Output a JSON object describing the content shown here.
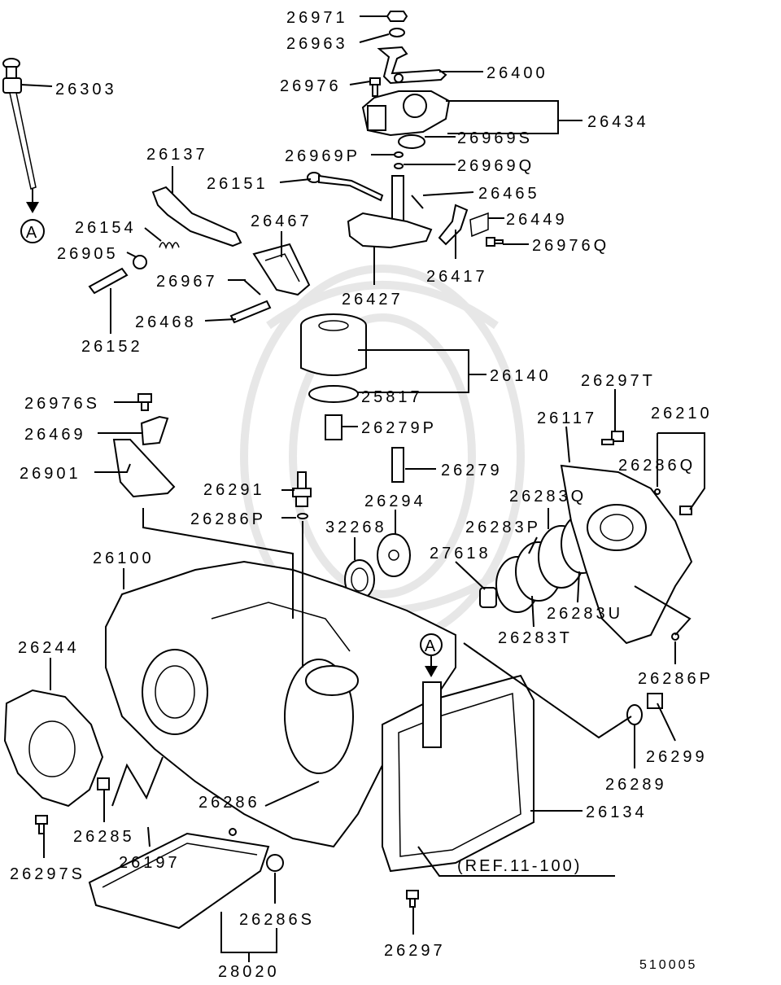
{
  "parts": [
    {
      "id": "p26971",
      "label": "26971"
    },
    {
      "id": "p26963",
      "label": "26963"
    },
    {
      "id": "p26400",
      "label": "26400"
    },
    {
      "id": "p26976",
      "label": "26976"
    },
    {
      "id": "p26303",
      "label": "26303"
    },
    {
      "id": "p26434",
      "label": "26434"
    },
    {
      "id": "p26969S",
      "label": "26969S"
    },
    {
      "id": "p26969P",
      "label": "26969P"
    },
    {
      "id": "p26969Q",
      "label": "26969Q"
    },
    {
      "id": "p26137",
      "label": "26137"
    },
    {
      "id": "p26151",
      "label": "26151"
    },
    {
      "id": "p26465",
      "label": "26465"
    },
    {
      "id": "p26154",
      "label": "26154"
    },
    {
      "id": "p26467",
      "label": "26467"
    },
    {
      "id": "p26449",
      "label": "26449"
    },
    {
      "id": "p26905",
      "label": "26905"
    },
    {
      "id": "p26976Q",
      "label": "26976Q"
    },
    {
      "id": "p26967",
      "label": "26967"
    },
    {
      "id": "p26417",
      "label": "26417"
    },
    {
      "id": "p26427",
      "label": "26427"
    },
    {
      "id": "p26468",
      "label": "26468"
    },
    {
      "id": "p26152",
      "label": "26152"
    },
    {
      "id": "p26140",
      "label": "26140"
    },
    {
      "id": "p25817",
      "label": "25817"
    },
    {
      "id": "p26297T",
      "label": "26297T"
    },
    {
      "id": "p26976S",
      "label": "26976S"
    },
    {
      "id": "p26210",
      "label": "26210"
    },
    {
      "id": "p26117",
      "label": "26117"
    },
    {
      "id": "p26279P",
      "label": "26279P"
    },
    {
      "id": "p26469",
      "label": "26469"
    },
    {
      "id": "p26286Q",
      "label": "26286Q"
    },
    {
      "id": "p26901",
      "label": "26901"
    },
    {
      "id": "p26279",
      "label": "26279"
    },
    {
      "id": "p26283Q",
      "label": "26283Q"
    },
    {
      "id": "p26291",
      "label": "26291"
    },
    {
      "id": "p26294",
      "label": "26294"
    },
    {
      "id": "p26286P_a",
      "label": "26286P"
    },
    {
      "id": "p26283P",
      "label": "26283P"
    },
    {
      "id": "p32268",
      "label": "32268"
    },
    {
      "id": "p27618",
      "label": "27618"
    },
    {
      "id": "p26100",
      "label": "26100"
    },
    {
      "id": "p26283U",
      "label": "26283U"
    },
    {
      "id": "p26283T",
      "label": "26283T"
    },
    {
      "id": "p26244",
      "label": "26244"
    },
    {
      "id": "p26286P_b",
      "label": "26286P"
    },
    {
      "id": "p26299",
      "label": "26299"
    },
    {
      "id": "p26289",
      "label": "26289"
    },
    {
      "id": "p26286",
      "label": "26286"
    },
    {
      "id": "p26134",
      "label": "26134"
    },
    {
      "id": "p26285",
      "label": "26285"
    },
    {
      "id": "p26197",
      "label": "26197"
    },
    {
      "id": "p26297S",
      "label": "26297S"
    },
    {
      "id": "p26286S",
      "label": "26286S"
    },
    {
      "id": "p26297",
      "label": "26297"
    },
    {
      "id": "p28020",
      "label": "28020"
    }
  ],
  "markers": {
    "view_a": "A"
  },
  "reference": "(REF.11-100)",
  "diagram_code": "510005"
}
